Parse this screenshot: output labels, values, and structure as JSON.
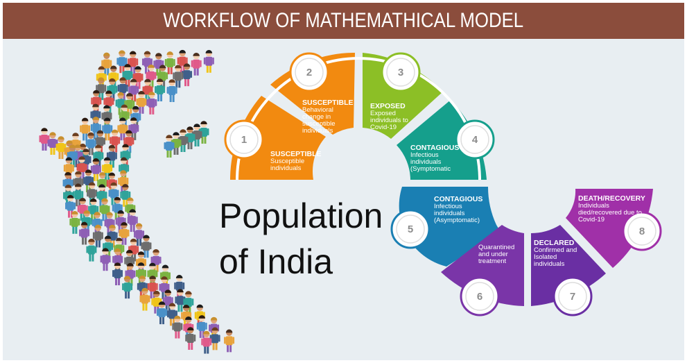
{
  "banner": {
    "title": "WORKFLOW OF MATHEMATHICAL MODEL"
  },
  "population": {
    "line1": "Population",
    "line2": "of India"
  },
  "steps": [
    {
      "number": "1",
      "title": "SUSCEPTIBLE",
      "desc": "Susceptible individuals",
      "color": "#f28a10"
    },
    {
      "number": "2",
      "title": "SUSCEPTIBLE",
      "desc": "Behavioral change in susceptible individuals",
      "color": "#f28a10"
    },
    {
      "number": "3",
      "title": "EXPOSED",
      "desc": "Exposed individuals to Covid-19",
      "color": "#8cbf26"
    },
    {
      "number": "4",
      "title": "CONTAGIOUS",
      "desc": "Infectious individuals (Symptomatic",
      "color": "#159f8c"
    },
    {
      "number": "5",
      "title": "CONTAGIOUS",
      "desc": "Infectious individuals (Asymptomatic)",
      "color": "#1a7fb3"
    },
    {
      "number": "6",
      "title": "",
      "desc": "Quarantined and under treatment",
      "color": "#7a35a8"
    },
    {
      "number": "7",
      "title": "DECLARED",
      "desc": "Confirmed and Isolated individuals",
      "color": "#6a2fa3"
    },
    {
      "number": "8",
      "title": "DEATH/RECOVERY",
      "desc": "Individuals died/recovered due to Covid-19",
      "color": "#a030a8"
    }
  ]
}
